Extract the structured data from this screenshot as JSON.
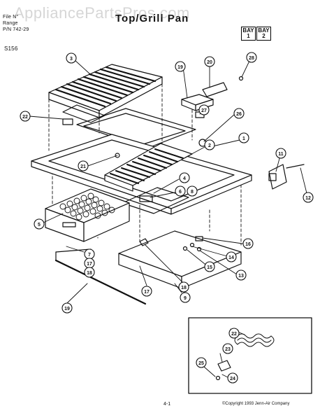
{
  "header": {
    "line1": "File N°",
    "line2": "Range",
    "line3": "P/N 742-29",
    "section": "S156",
    "title": "Top/Grill Pan",
    "bay1_top": "BAY",
    "bay1_num": "1",
    "bay2_top": "BAY",
    "bay2_num": "2"
  },
  "watermark": "AppliancePartsPros.com",
  "callouts": [
    "3",
    "22",
    "21",
    "19",
    "20",
    "28",
    "27",
    "26",
    "1",
    "2",
    "4",
    "6",
    "8",
    "11",
    "12",
    "5",
    "7",
    "17",
    "18",
    "16",
    "14",
    "15",
    "13",
    "18",
    "17",
    "9",
    "19",
    "22",
    "23",
    "25",
    "24"
  ],
  "footer": {
    "page": "4-1",
    "copyright": "©Copyright 1993 Jenn-Air Company"
  },
  "colors": {
    "line": "#111111",
    "watermark": "#8a8a8a"
  }
}
